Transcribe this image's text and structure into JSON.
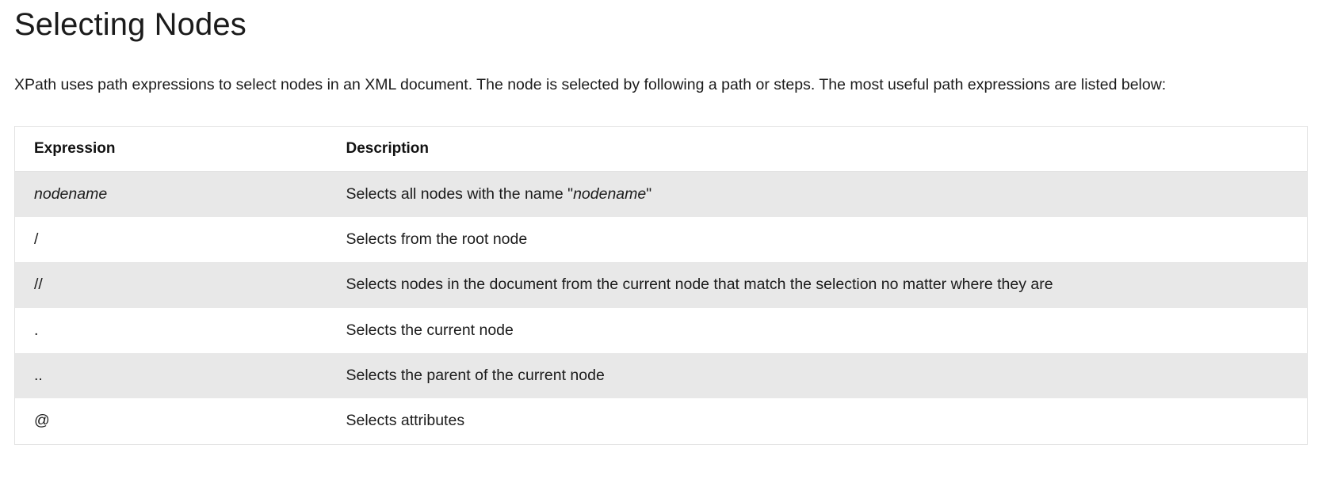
{
  "page": {
    "title": "Selecting Nodes",
    "intro": "XPath uses path expressions to select nodes in an XML document. The node is selected by following a path or steps. The most useful path expressions are listed below:"
  },
  "table": {
    "columns": [
      "Expression",
      "Description"
    ],
    "rows": [
      {
        "expression": "nodename",
        "expression_italic": true,
        "description_prefix": "Selects all nodes with the name \"",
        "description_italic": "nodename",
        "description_suffix": "\""
      },
      {
        "expression": "/",
        "expression_italic": false,
        "description": "Selects from the root node"
      },
      {
        "expression": "//",
        "expression_italic": false,
        "description": "Selects nodes in the document from the current node that match the selection no matter where they are"
      },
      {
        "expression": ".",
        "expression_italic": false,
        "description": "Selects the current node"
      },
      {
        "expression": "..",
        "expression_italic": false,
        "description": "Selects the parent of the current node"
      },
      {
        "expression": "@",
        "expression_italic": false,
        "description": "Selects attributes"
      }
    ]
  },
  "colors": {
    "text": "#1b1b1b",
    "stripe": "#e8e8e8",
    "border": "#e2e2e2",
    "background": "#ffffff"
  }
}
